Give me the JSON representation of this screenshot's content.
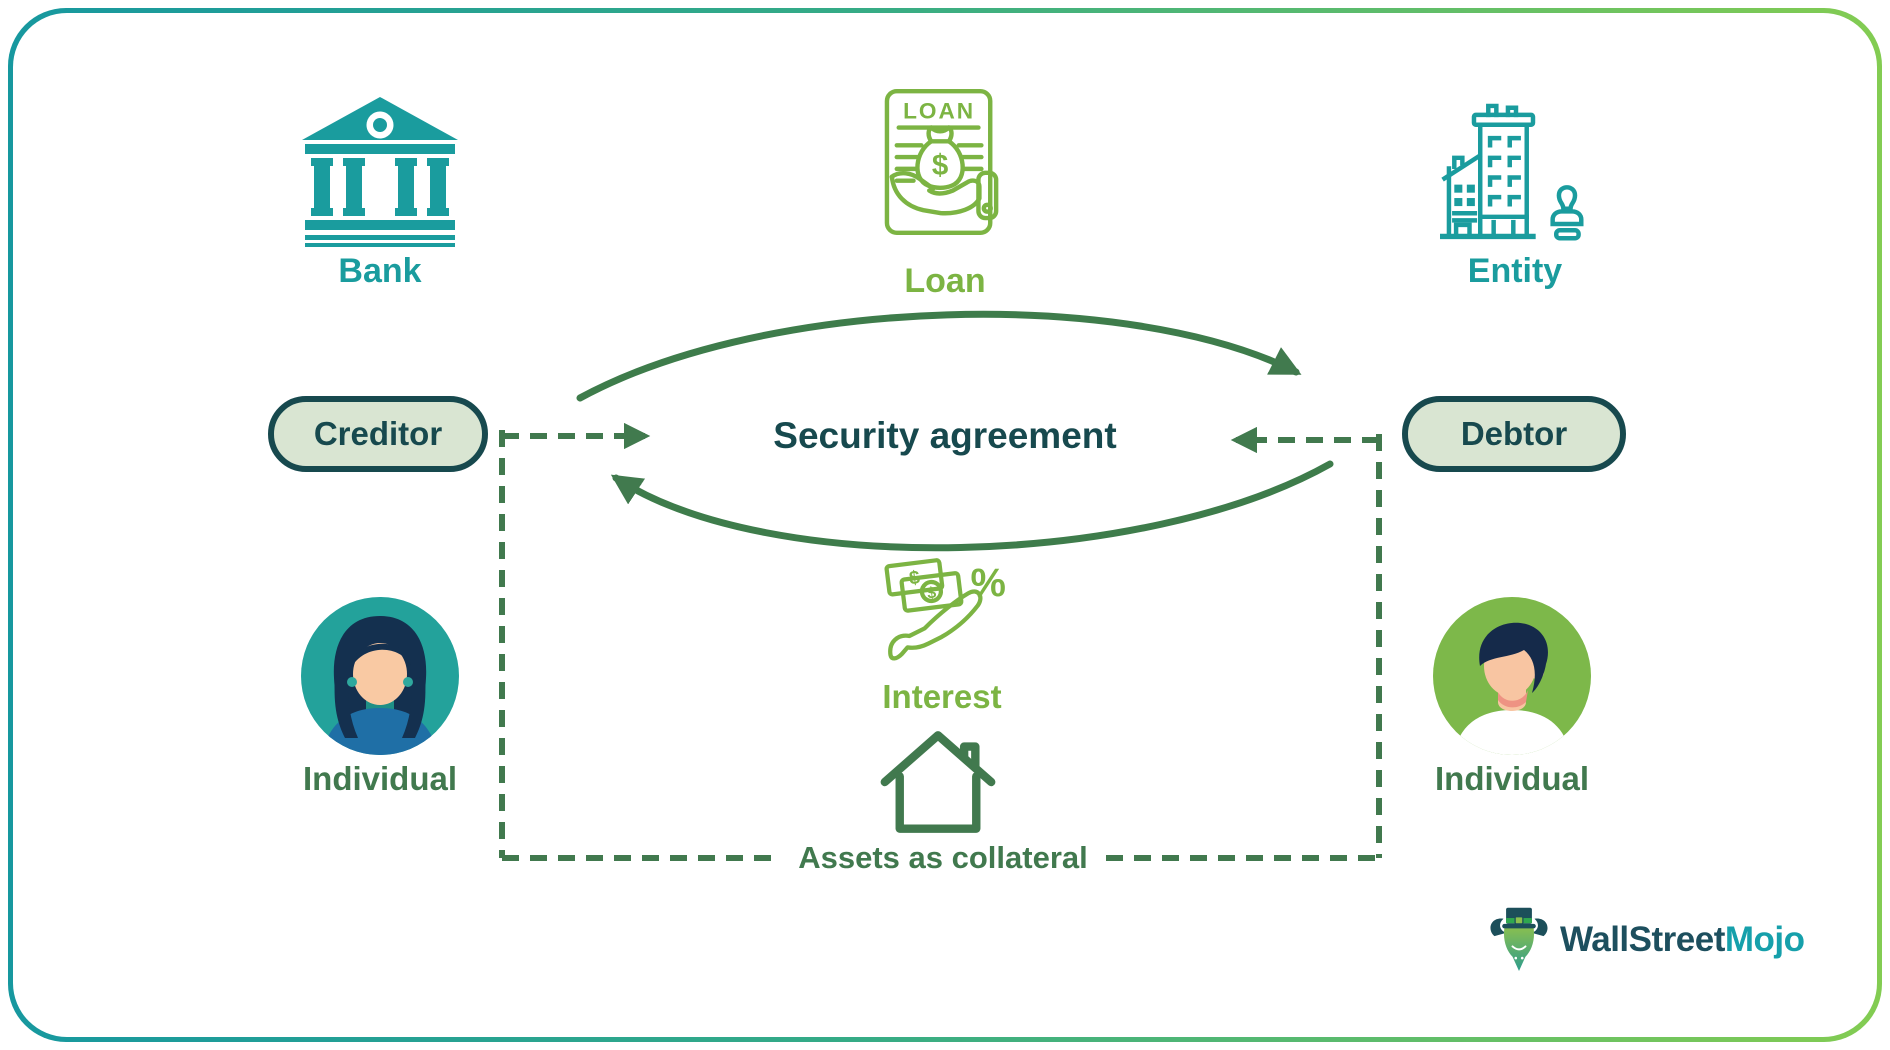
{
  "palette": {
    "teal": "#1A9C9E",
    "green": "#7CB443",
    "dark_green": "#41794E",
    "dark_teal_text": "#17494E",
    "pill_background": "#D9E5D2",
    "border_gradient_start": "#17989F",
    "border_gradient_end": "#83CC52",
    "logo_dark": "#1D4F5E",
    "logo_cyan": "#16A0AB"
  },
  "nodes": {
    "bank": {
      "label": "Bank",
      "icon": "bank-icon"
    },
    "loan": {
      "label": "Loan",
      "doc_title": "LOAN",
      "currency_symbol": "$",
      "icon": "loan-document-icon"
    },
    "entity": {
      "label": "Entity",
      "icon": "office-building-stamp-icon"
    },
    "creditor": {
      "label": "Creditor"
    },
    "debtor": {
      "label": "Debtor"
    },
    "security_agreement": {
      "label": "Security agreement"
    },
    "interest": {
      "label": "Interest",
      "percent_symbol": "%",
      "currency_symbol": "$",
      "icon": "hand-money-percent-icon"
    },
    "collateral": {
      "label": "Assets as collateral",
      "icon": "house-icon"
    },
    "creditor_individual": {
      "label": "Individual",
      "icon": "female-avatar"
    },
    "debtor_individual": {
      "label": "Individual",
      "icon": "male-avatar"
    }
  },
  "logo": {
    "text_primary": "WallStreet",
    "text_secondary": "Mojo",
    "icon": "wallstreetmojo-bull-icon"
  }
}
